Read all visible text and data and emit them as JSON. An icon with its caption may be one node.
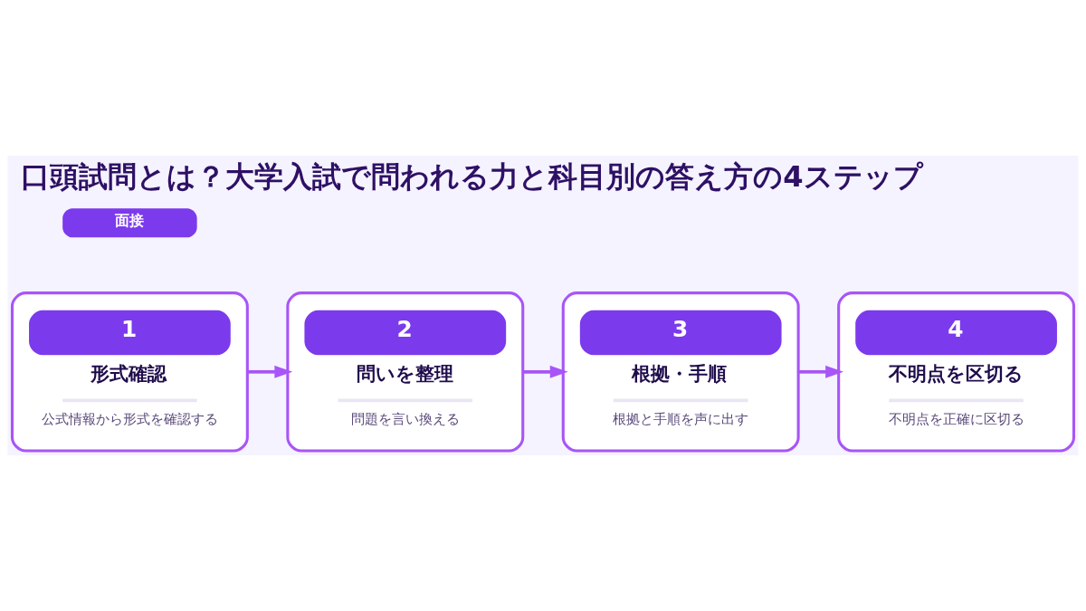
{
  "diagram": {
    "title": "口頭試問とは？大学入試で問われる力と科目別の答え方の4ステップ",
    "nodes": [
      {
        "text": [
          "1",
          "形式確認",
          "公式情報から形式を確認する"
        ]
      },
      {
        "text": [
          "2",
          "問いを整理",
          "問題を言い換える"
        ]
      },
      {
        "text": [
          "3",
          "根拠・手順",
          "根拠と手順を声に出す"
        ]
      },
      {
        "text": [
          "4",
          "不明点を区切る",
          "不明点を正確に区切る"
        ]
      }
    ],
    "edges": [
      {
        "from": 0,
        "to": 1,
        "arrow": "to"
      },
      {
        "from": 1,
        "to": 2,
        "arrow": "to"
      },
      {
        "from": 2,
        "to": 3,
        "arrow": "to"
      }
    ],
    "labels": [
      "面接"
    ]
  }
}
